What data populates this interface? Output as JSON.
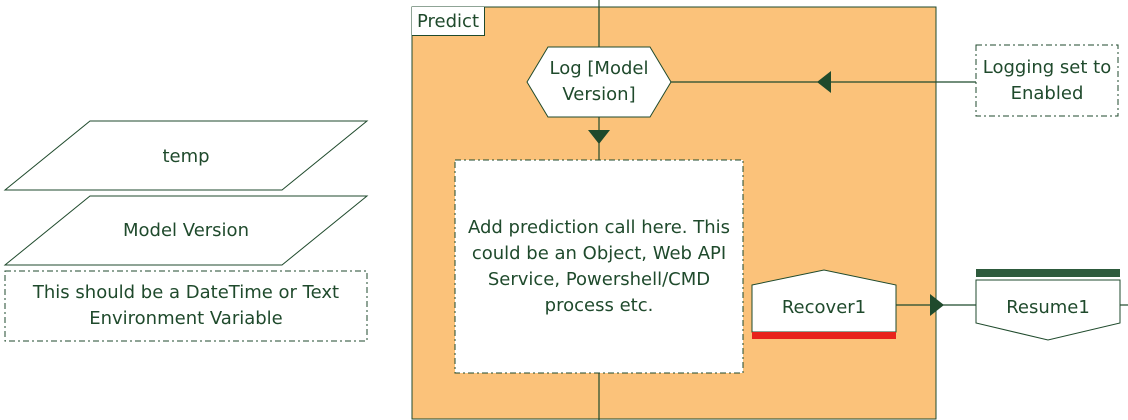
{
  "stage": {
    "title": "Predict"
  },
  "nodes": {
    "log_action": "Log [Model Version]",
    "logging_note": "Logging set to Enabled",
    "prediction_note": "Add prediction call here. This could be an Object, Web API Service, Powershell/CMD process etc.",
    "recover": "Recover1",
    "resume": "Resume1",
    "data_temp": "temp",
    "data_model_version": "Model Version",
    "data_note": "This should be a DateTime or Text Environment Variable"
  },
  "colors": {
    "stage_fill": "#fbc27a",
    "stroke": "#1f4a2c",
    "recover_bar": "#e8231b",
    "resume_bar": "#2d5a3c",
    "white": "#ffffff"
  }
}
